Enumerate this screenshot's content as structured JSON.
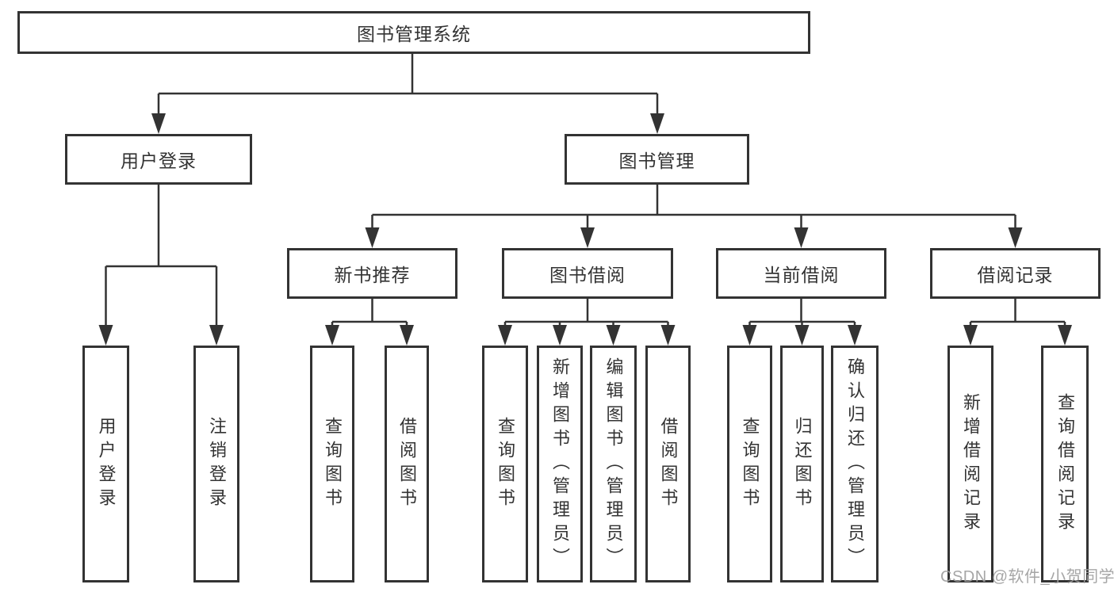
{
  "diagram": {
    "type": "tree",
    "orientation": "top-down"
  },
  "tree": {
    "root": {
      "label": "图书管理系统",
      "children": [
        {
          "label": "用户登录",
          "children": [
            {
              "label": "用户登录"
            },
            {
              "label": "注销登录"
            }
          ]
        },
        {
          "label": "图书管理",
          "children": [
            {
              "label": "新书推荐",
              "children": [
                {
                  "label": "查询图书"
                },
                {
                  "label": "借阅图书"
                }
              ]
            },
            {
              "label": "图书借阅",
              "children": [
                {
                  "label": "查询图书"
                },
                {
                  "label": "新增图书（管理员）"
                },
                {
                  "label": "编辑图书（管理员）"
                },
                {
                  "label": "借阅图书"
                }
              ]
            },
            {
              "label": "当前借阅",
              "children": [
                {
                  "label": "查询图书"
                },
                {
                  "label": "归还图书"
                },
                {
                  "label": "确认归还（管理员）"
                }
              ]
            },
            {
              "label": "借阅记录",
              "children": [
                {
                  "label": "新增借阅记录"
                },
                {
                  "label": "查询借阅记录"
                }
              ]
            }
          ]
        }
      ]
    }
  },
  "watermark": "CSDN @软件_小贺同学",
  "colors": {
    "line": "#333333",
    "box_border": "#333333",
    "text": "#333333",
    "watermark": "#9e9e9e",
    "background": "#ffffff"
  }
}
